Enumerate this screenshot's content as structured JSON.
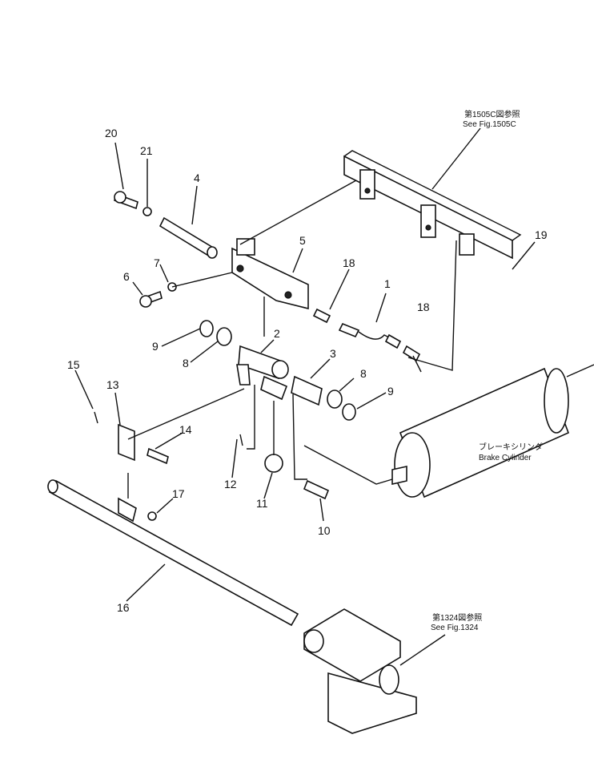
{
  "callouts": {
    "n1": "1",
    "n2": "2",
    "n3": "3",
    "n4": "4",
    "n5": "5",
    "n6": "6",
    "n7": "7",
    "n8a": "8",
    "n8b": "8",
    "n9a": "9",
    "n9b": "9",
    "n10": "10",
    "n11": "11",
    "n12": "12",
    "n13": "13",
    "n14": "14",
    "n15": "15",
    "n16": "16",
    "n17": "17",
    "n18a": "18",
    "n18b": "18",
    "n19": "19",
    "n20": "20",
    "n21": "21"
  },
  "notes": {
    "fig1505_jp": "第1505C図参照",
    "fig1505_en": "See Fig.1505C",
    "brake_jp": "ブレーキシリンダ",
    "brake_en": "Brake Cylinder",
    "fig1324_jp": "第1324図参照",
    "fig1324_en": "See Fig.1324"
  }
}
